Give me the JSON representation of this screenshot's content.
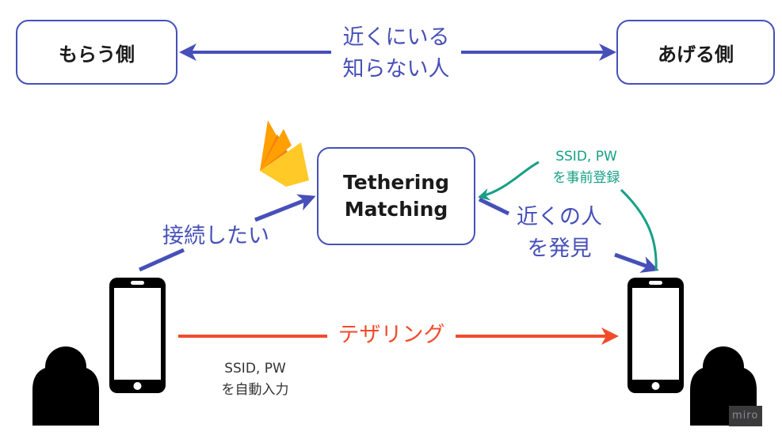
{
  "nodes": {
    "receiver": "もらう側",
    "giver": "あげる側",
    "matching_line1": "Tethering",
    "matching_line2": "Matching"
  },
  "labels": {
    "strangers_line1": "近くにいる",
    "strangers_line2": "知らない人",
    "connect": "接続したい",
    "discover_line1": "近くの人",
    "discover_line2": "を発見",
    "preregister_line1": "SSID, PW",
    "preregister_line2": "を事前登録",
    "tethering": "テザリング",
    "autofill_line1": "SSID, PW",
    "autofill_line2": "を自動入力"
  },
  "icons": {
    "firebase": "firebase-logo",
    "phone": "smartphone-icon",
    "person": "person-icon"
  },
  "watermark": "miro",
  "colors": {
    "blue": "#4650b8",
    "green": "#16a085",
    "red": "#f04c2a",
    "black": "#000000"
  }
}
